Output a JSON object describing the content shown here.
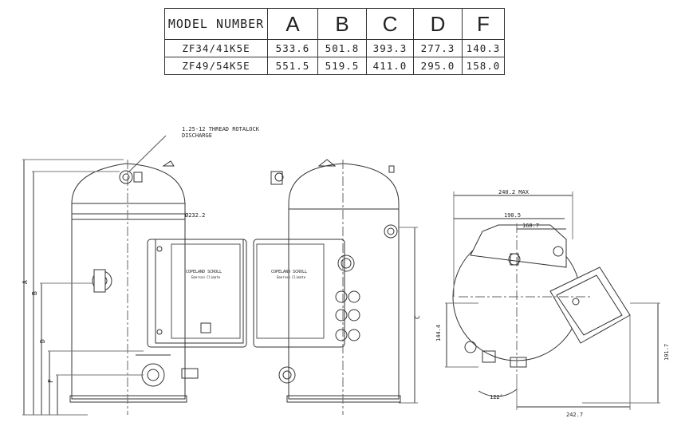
{
  "table": {
    "headers": [
      "MODEL NUMBER",
      "A",
      "B",
      "C",
      "D",
      "F"
    ],
    "rows": [
      {
        "model": "ZF34/41K5E",
        "A": "533.6",
        "B": "501.8",
        "C": "393.3",
        "D": "277.3",
        "F": "140.3"
      },
      {
        "model": "ZF49/54K5E",
        "A": "551.5",
        "B": "519.5",
        "C": "411.0",
        "D": "295.0",
        "F": "158.0"
      }
    ]
  },
  "annotations": {
    "thread_note_line1": "1.25-12 THREAD ROTALOCK",
    "thread_note_line2": "DISCHARGE",
    "diameter": "Ø232.2",
    "dim_240": "240.2 MAX",
    "dim_190": "190.5",
    "dim_160": "160.7",
    "dim_144": "144.4",
    "dim_191": "191.7",
    "dim_242": "242.7",
    "angle": "122°",
    "label_A": "A",
    "label_B": "B",
    "label_C": "C",
    "label_D": "D",
    "label_F": "F"
  },
  "box_labels": {
    "brand": "COPELAND SCROLL",
    "sub": "Emerson Climate"
  }
}
